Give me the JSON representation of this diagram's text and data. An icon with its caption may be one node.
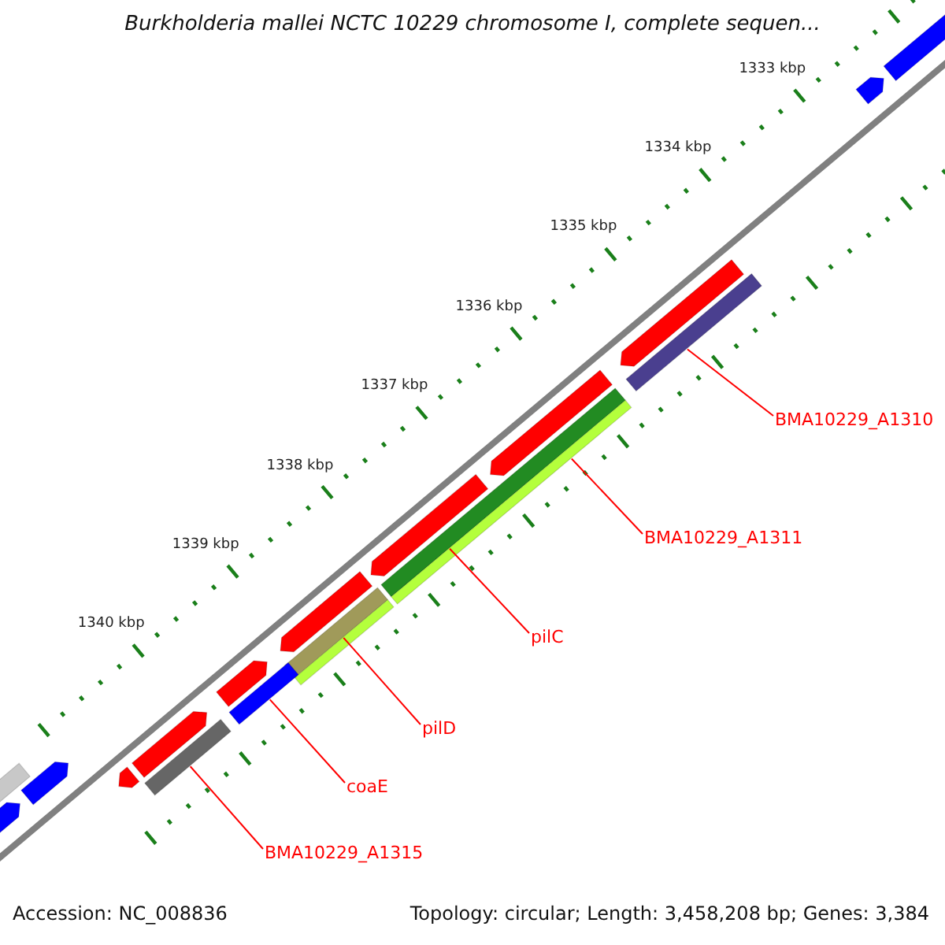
{
  "diagram": {
    "title": "Burkholderia mallei NCTC 10229 chromosome I, complete sequen...",
    "nodes": [
      {
        "text": [
          "BMA10229_A1310"
        ]
      },
      {
        "text": [
          "BMA10229_A1311"
        ]
      },
      {
        "text": [
          "pilC"
        ]
      },
      {
        "text": [
          "pilD"
        ]
      },
      {
        "text": [
          "coaE"
        ]
      },
      {
        "text": [
          "BMA10229_A1315"
        ]
      },
      {
        "text": [],
        "shape": "arrow"
      },
      {
        "text": [],
        "shape": "arrow"
      },
      {
        "text": [],
        "shape": "arrow"
      },
      {
        "text": [],
        "shape": "bar"
      },
      {
        "text": [],
        "shape": "arrow"
      },
      {
        "text": [],
        "shape": "bar"
      },
      {
        "text": [],
        "shape": "bar"
      },
      {
        "text": [],
        "shape": "arrow"
      },
      {
        "text": [],
        "shape": "arrow"
      },
      {
        "text": [],
        "shape": "bar"
      },
      {
        "text": [],
        "shape": "bar"
      },
      {
        "text": [],
        "shape": "arrow"
      },
      {
        "text": [],
        "shape": "bar"
      },
      {
        "text": [],
        "shape": "arrow"
      },
      {
        "text": [],
        "shape": "bar"
      },
      {
        "text": [],
        "shape": "arrow"
      },
      {
        "text": [],
        "shape": "bar"
      },
      {
        "text": [],
        "shape": "arrow"
      },
      {
        "text": [],
        "shape": "arrow"
      }
    ],
    "edges": [
      {
        "from": 0,
        "to": 9,
        "arrow": "none"
      },
      {
        "from": 1,
        "to": 12,
        "arrow": "none"
      },
      {
        "from": 2,
        "to": 11,
        "arrow": "none"
      },
      {
        "from": 3,
        "to": 15,
        "arrow": "none"
      },
      {
        "from": 4,
        "to": 18,
        "arrow": "none"
      },
      {
        "from": 5,
        "to": 20,
        "arrow": "none"
      }
    ],
    "labels": [
      "1333 kbp",
      "1334 kbp",
      "1335 kbp",
      "1336 kbp",
      "1337 kbp",
      "1338 kbp",
      "1339 kbp",
      "1340 kbp",
      "Accession: NC_008836",
      "Topology: circular; Length: 3,458,208 bp; Genes: 3,384"
    ]
  }
}
